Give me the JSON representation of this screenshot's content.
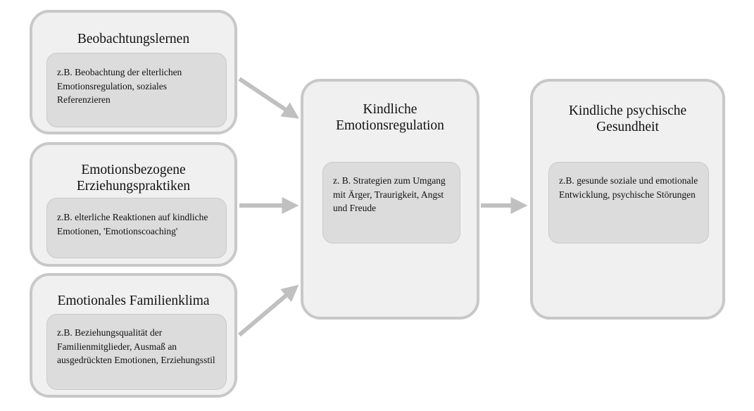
{
  "diagram": {
    "boxes": [
      {
        "title": "Beobachtungslernen",
        "detail": "z.B. Beobachtung der elterlichen Emotionsregulation, soziales Referenzieren"
      },
      {
        "title": "Emotionsbezogene Erziehungspraktiken",
        "detail": "z.B. elterliche Reaktionen auf kindliche Emotionen, 'Emotionscoaching'"
      },
      {
        "title": "Emotionales Familienklima",
        "detail": "z.B. Beziehungsqualität der Familienmitglieder, Ausmaß an ausgedrückten Emotionen, Erziehungsstil"
      },
      {
        "title": "Kindliche Emotionsregulation",
        "detail": "z. B. Strategien zum Umgang mit Ärger, Traurigkeit, Angst und Freude"
      },
      {
        "title": "Kindliche psychische Gesundheit",
        "detail": "z.B. gesunde soziale und emotionale Entwicklung, psychische Störungen"
      }
    ],
    "arrow_color": "#c0c0c0",
    "box_fill": "#f0f0f0",
    "box_border": "#c8c8c8",
    "inner_fill": "#dcdcdc"
  }
}
